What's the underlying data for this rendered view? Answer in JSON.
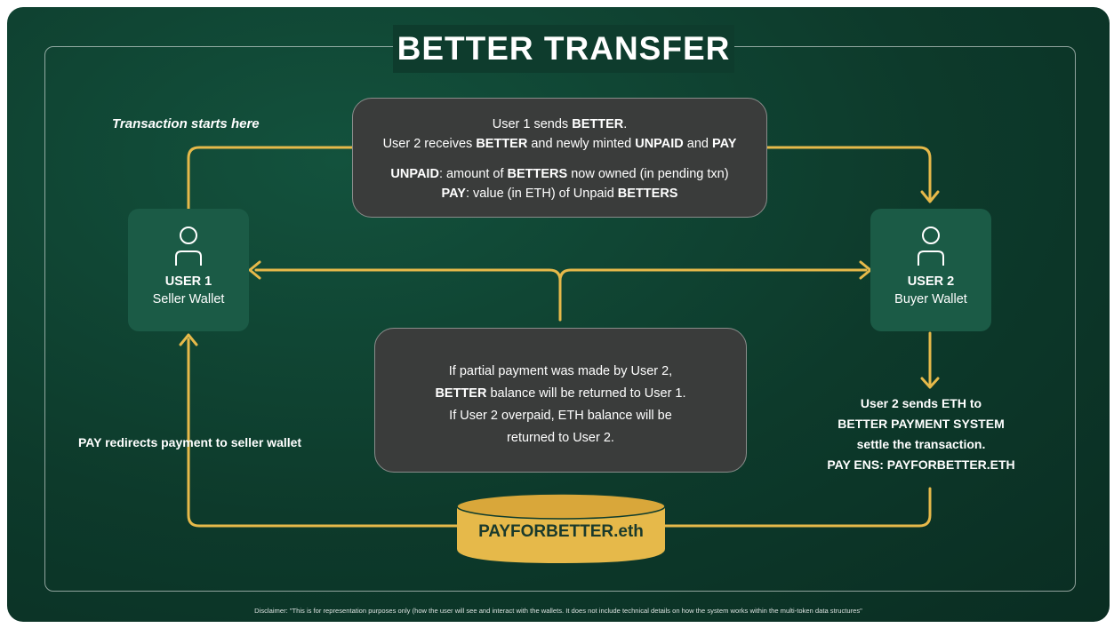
{
  "title": "BETTER TRANSFER",
  "start_label": "Transaction starts here",
  "info_top": {
    "line1": [
      "User 1 sends ",
      "BETTER",
      "."
    ],
    "line2": [
      "User 2 receives ",
      "BETTER",
      " and newly minted ",
      "UNPAID",
      " and ",
      "PAY"
    ],
    "line3": [
      "UNPAID",
      ": amount of ",
      "BETTERS",
      " now owned (in pending txn)"
    ],
    "line4": [
      "PAY",
      ": value (in ETH) of Unpaid ",
      "BETTERS"
    ]
  },
  "user1": {
    "name": "USER 1",
    "role": "Seller Wallet",
    "icon": "user-icon"
  },
  "user2": {
    "name": "USER 2",
    "role": "Buyer Wallet",
    "icon": "user-icon"
  },
  "info_mid": {
    "line1": "If partial payment was made by User 2,",
    "line2": [
      "BETTER",
      " balance will be returned to User 1."
    ],
    "line3": "If User 2 overpaid, ETH balance will be",
    "line4": "returned to User 2."
  },
  "pay_redirect": "PAY redirects payment to seller wallet",
  "user2_sends": [
    "User 2 sends ETH to",
    "BETTER PAYMENT SYSTEM",
    "settle the transaction.",
    "PAY ENS: PAYFORBETTER.ETH"
  ],
  "contract": {
    "label": "PAYFORBETTER.eth",
    "icon": "database-cylinder-icon"
  },
  "disclaimer": "Disclaimer: \"This is for representation purposes only (how the user will see and interact with the wallets. It does not include technical details on how the system works within the multi-token data structures\"",
  "colors": {
    "background": "#0e3c2d",
    "accent_gold": "#e6b94a",
    "box_fill": "#3a3c3b",
    "user_card": "#1b5b46"
  }
}
